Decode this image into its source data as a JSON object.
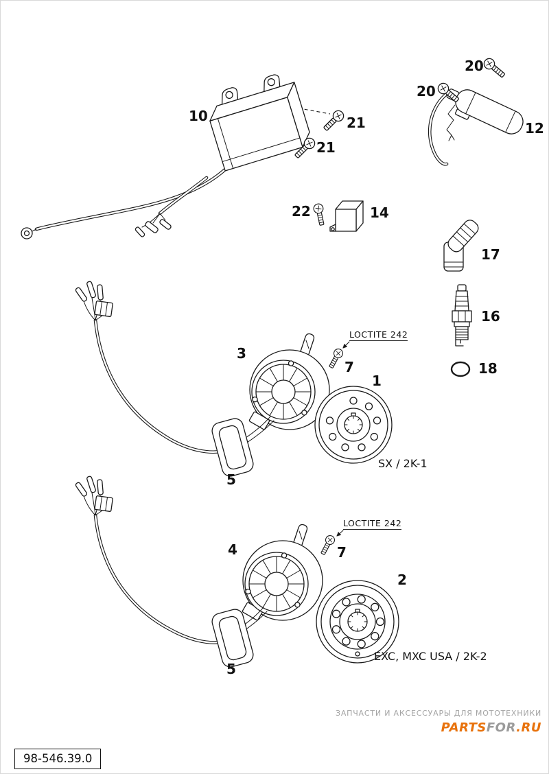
{
  "page": {
    "doc_number": "98-546.39.0"
  },
  "diagram": {
    "callouts": {
      "cdi_unit": "10",
      "screw_cdi_upper": "21",
      "screw_cdi_lower": "21",
      "screw_coil_top": "20",
      "screw_coil_left": "20",
      "ignition_coil": "12",
      "screw_condenser": "22",
      "condenser": "14",
      "spark_plug_cap": "17",
      "spark_plug": "16",
      "o_ring": "18",
      "stator_sx": "3",
      "screw_stator_sx": "7",
      "flywheel_sx": "1",
      "grommet_sx": "5",
      "stator_exc": "4",
      "screw_stator_exc": "7",
      "flywheel_exc": "2",
      "grommet_exc": "5"
    },
    "notes": {
      "loctite_sx": "LOCTITE 242",
      "loctite_exc": "LOCTITE 242"
    },
    "variant_labels": {
      "sx": "SX / 2K-1",
      "exc": "EXC, MXC USA / 2K-2"
    }
  },
  "watermark": {
    "tagline": "ЗАПЧАСТИ И АКСЕССУАРЫ ДЛЯ МОТОТЕХНИКИ",
    "logo": {
      "seg1": "PARTS",
      "seg2": "FOR",
      "seg3": ".RU"
    },
    "colors": {
      "accent": "#E8720C",
      "muted": "#9B9B9B"
    }
  }
}
